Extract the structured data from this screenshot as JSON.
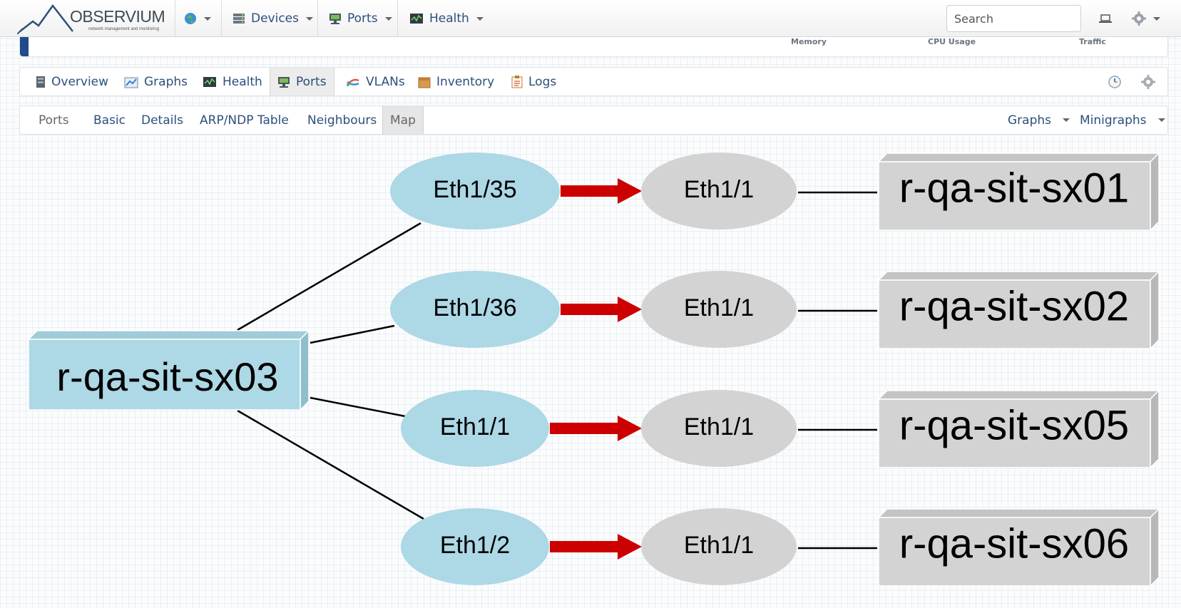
{
  "navbar": {
    "brand": "OBSERVIUM",
    "brand_tagline": "network management and monitoring",
    "devices_label": "Devices",
    "ports_label": "Ports",
    "health_label": "Health",
    "search_placeholder": "Search"
  },
  "device_strip": {
    "memory_label": "Memory",
    "cpu_label": "CPU Usage",
    "traffic_label": "Traffic"
  },
  "device_tabs": [
    {
      "label": "Overview",
      "icon": "overview-icon"
    },
    {
      "label": "Graphs",
      "icon": "graphs-icon"
    },
    {
      "label": "Health",
      "icon": "health-icon"
    },
    {
      "label": "Ports",
      "icon": "ports-icon",
      "active": true
    },
    {
      "label": "VLANs",
      "icon": "vlans-icon"
    },
    {
      "label": "Inventory",
      "icon": "inventory-icon"
    },
    {
      "label": "Logs",
      "icon": "logs-icon"
    }
  ],
  "ports_tabs": {
    "ports": "Ports",
    "basic": "Basic",
    "details": "Details",
    "arp": "ARP/NDP Table",
    "neighbours": "Neighbours",
    "map": "Map",
    "graphs": "Graphs",
    "minigraphs": "Minigraphs"
  },
  "map": {
    "local_device": "r-qa-sit-sx03",
    "links": [
      {
        "local_port": "Eth1/35",
        "remote_port": "Eth1/1",
        "remote_device": "r-qa-sit-sx01"
      },
      {
        "local_port": "Eth1/36",
        "remote_port": "Eth1/1",
        "remote_device": "r-qa-sit-sx02"
      },
      {
        "local_port": "Eth1/1",
        "remote_port": "Eth1/1",
        "remote_device": "r-qa-sit-sx05"
      },
      {
        "local_port": "Eth1/2",
        "remote_port": "Eth1/1",
        "remote_device": "r-qa-sit-sx06"
      }
    ],
    "colors": {
      "local_fill": "#add8e6",
      "remote_fill": "#d3d3d3",
      "arrow": "#cc0000"
    }
  }
}
